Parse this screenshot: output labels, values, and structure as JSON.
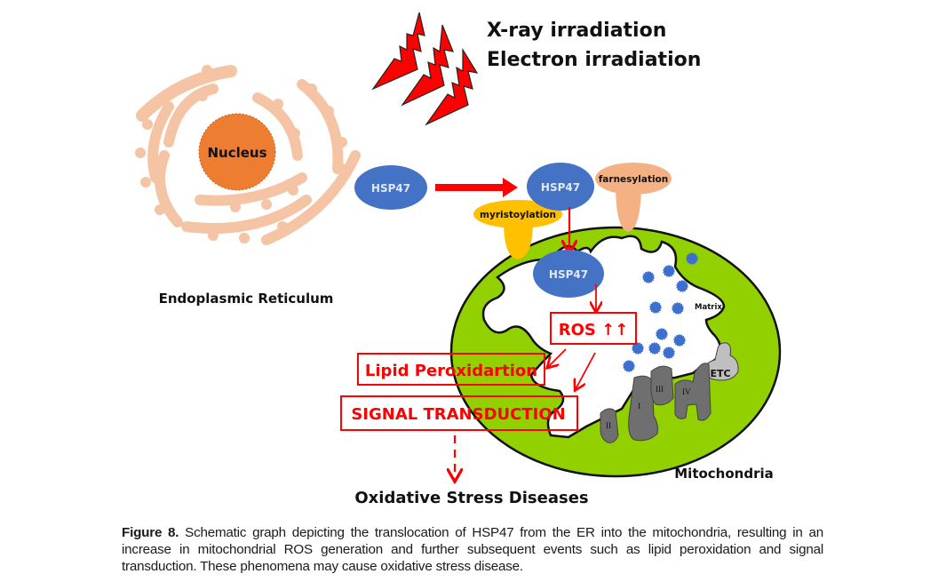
{
  "irradiation": {
    "line1": "X-ray irradiation",
    "line2": "Electron irradiation"
  },
  "er": {
    "nucleus_label": "Nucleus",
    "label": "Endoplasmic Reticulum"
  },
  "proteins": {
    "hsp47_er": "HSP47",
    "hsp47_outer": "HSP47",
    "hsp47_inner": "HSP47",
    "farnesylation": "farnesylation",
    "myristoylation": "myristoylation"
  },
  "mitochondria": {
    "label": "Mitochondria",
    "matrix_label": "Matrix",
    "etc_label": "ETC",
    "complexes": [
      "I",
      "II",
      "III",
      "IV"
    ]
  },
  "effects": {
    "ros": "ROS ↑↑",
    "lipid": "Lipid Peroxidartion",
    "signal": "SIGNAL TRANSDUCTION",
    "outcome": "Oxidative Stress Diseases"
  },
  "colors": {
    "red": "#ff0000",
    "hsp_blue": "#4472c4",
    "nucleus_orange": "#ed7d31",
    "er_peach": "#f4c4a4",
    "mito_green": "#92d000",
    "myristoyl_yellow": "#ffc000",
    "farnesyl_salmon": "#f4b183",
    "complex_gray": "#6f6f6f",
    "etc_gray": "#bfbfbf",
    "ros_dot_blue": "#3d6fcf"
  },
  "caption": {
    "figure_label": "Figure 8.",
    "text": " Schematic graph depicting the translocation of HSP47 from the ER into the mitochondria, resulting in an increase in mitochondrial ROS generation and further subsequent events such as lipid peroxidation and signal transduction. These phenomena may cause oxidative stress disease."
  }
}
